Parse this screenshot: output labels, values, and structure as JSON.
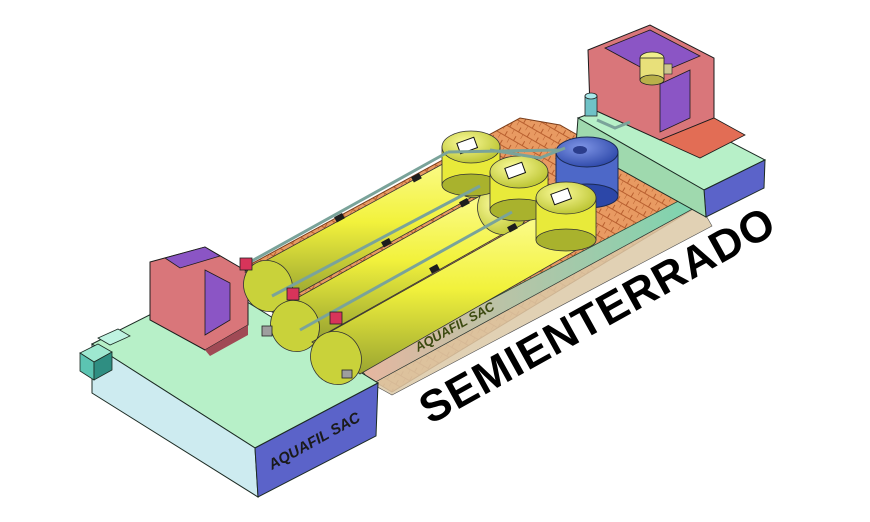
{
  "drawing": {
    "title_label": "SEMIENTERRADO",
    "brand_label_front": "AQUAFIL SAC",
    "brand_label_tank": "AQUAFIL SAC"
  },
  "colors": {
    "background": "#ffffff",
    "slab_top": "#b7f0c8",
    "slab_side": "#a7c7ee",
    "slab_front": "#5b63c9",
    "room_wall": "#d9767a",
    "room_inner": "#8b55c5",
    "tank_yellow": "#f2f23c",
    "tank_shadow": "#8f9a2a",
    "brick_floor": "#e89a62",
    "blue_tank": "#4d68c8",
    "pipe": "#7aa39a",
    "valve": "#d8345a",
    "label": "#000000"
  },
  "icons": [
    "pump-icon",
    "valve-icon",
    "manhole-icon",
    "control-box-icon"
  ]
}
